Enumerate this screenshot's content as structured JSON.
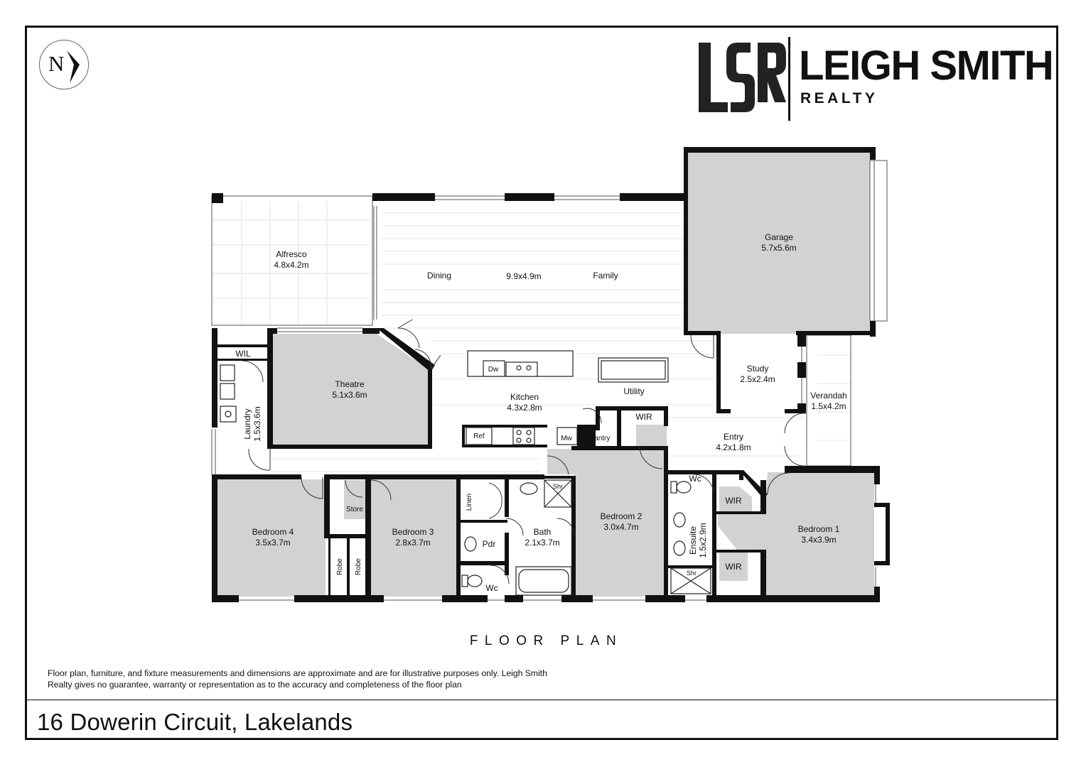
{
  "brand": {
    "main": "LEIGH SMITH",
    "sub": "REALTY",
    "monogram": "LSR"
  },
  "compass": {
    "letter": "N"
  },
  "plan_title": "FLOOR PLAN",
  "disclaimer": "Floor plan, furniture, and fixture measurements and dimensions are approximate and are for illustrative purposes only. Leigh Smith Realty gives no guarantee, warranty or representation as to the accuracy and completeness of the floor plan",
  "address": "16 Dowerin Circuit, Lakelands",
  "rooms": {
    "garage": {
      "name": "Garage",
      "size": "5.7x5.6m"
    },
    "alfresco": {
      "name": "Alfresco",
      "size": "4.8x4.2m"
    },
    "dining": {
      "name": "Dining"
    },
    "living_size": "9.9x4.9m",
    "family": {
      "name": "Family"
    },
    "wil": "WIL",
    "theatre": {
      "name": "Theatre",
      "size": "5.1x3.6m"
    },
    "laundry": {
      "name": "Laundry",
      "size": "1.5x3.6m"
    },
    "kitchen": {
      "name": "Kitchen",
      "size": "4.3x2.8m"
    },
    "utility": "Utility",
    "study": {
      "name": "Study",
      "size": "2.5x2.4m"
    },
    "verandah": {
      "name": "Verandah",
      "size": "1.5x4.2m"
    },
    "wir_bed2": "WIR",
    "entry": {
      "name": "Entry",
      "size": "4.2x1.8m"
    },
    "pantry": "Pantry",
    "ref": "Ref",
    "mw": "Mw",
    "dw": "Dw",
    "wc_ensuite": "Wc",
    "store": "Store",
    "linen": "Linen",
    "shr_bath": "Shr",
    "wir_bed1_top": "WIR",
    "bedroom4": {
      "name": "Bedroom 4",
      "size": "3.5x3.7m"
    },
    "bedroom3": {
      "name": "Bedroom 3",
      "size": "2.8x3.7m"
    },
    "bath": {
      "name": "Bath",
      "size": "2.1x3.7m"
    },
    "bedroom2": {
      "name": "Bedroom 2",
      "size": "3.0x4.7m"
    },
    "ensuite": {
      "name": "Ensuite",
      "size": "1.5x2.9m"
    },
    "bedroom1": {
      "name": "Bedroom 1",
      "size": "3.4x3.9m"
    },
    "pdr": "Pdr",
    "wir_bed1_bottom": "WIR",
    "robe_a": "Robe",
    "robe_b": "Robe",
    "shr_ensuite": "Shr",
    "wc_pdr": "Wc"
  },
  "colors": {
    "wall": "#111111",
    "room_fill": "#d4d4d4",
    "floor_line": "#e2e2e2"
  }
}
